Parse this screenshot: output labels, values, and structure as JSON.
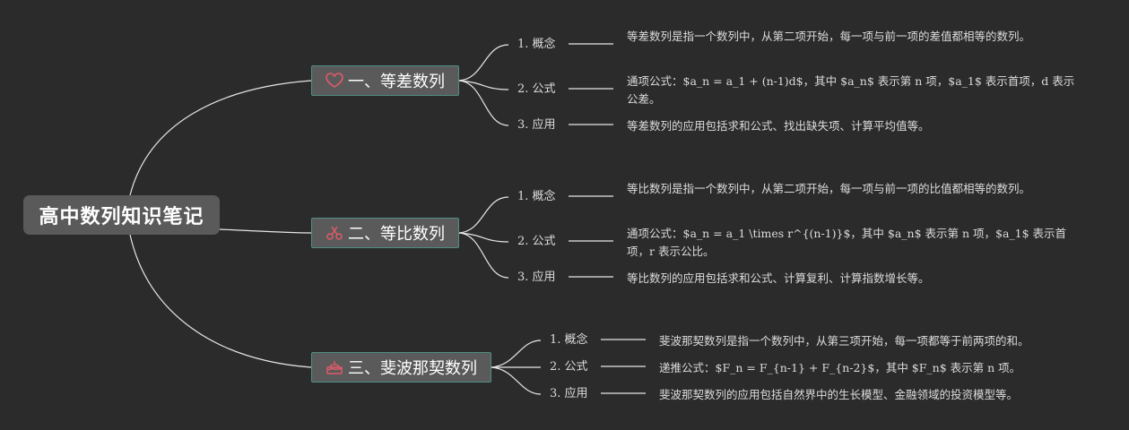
{
  "root": {
    "title": "高中数列知识笔记"
  },
  "branches": [
    {
      "title": "一、等差数列",
      "icon": "heart-icon",
      "children": [
        {
          "label": "1. 概念",
          "text": "等差数列是指一个数列中，从第二项开始，每一项与前一项的差值都相等的数列。"
        },
        {
          "label": "2. 公式",
          "text": "通项公式：$a_n = a_1 + (n-1)d$，其中 $a_n$ 表示第 n 项，$a_1$ 表示首项，d 表示公差。"
        },
        {
          "label": "3. 应用",
          "text": "等差数列的应用包括求和公式、找出缺失项、计算平均值等。"
        }
      ]
    },
    {
      "title": "二、等比数列",
      "icon": "scissors-icon",
      "children": [
        {
          "label": "1. 概念",
          "text": "等比数列是指一个数列中，从第二项开始，每一项与前一项的比值都相等的数列。"
        },
        {
          "label": "2. 公式",
          "text": "通项公式：$a_n = a_1 \\times r^{(n-1)}$，其中 $a_n$ 表示第 n 项，$a_1$ 表示首项，r 表示公比。"
        },
        {
          "label": "3. 应用",
          "text": "等比数列的应用包括求和公式、计算复利、计算指数增长等。"
        }
      ]
    },
    {
      "title": "三、斐波那契数列",
      "icon": "cake-icon",
      "children": [
        {
          "label": "1. 概念",
          "text": "斐波那契数列是指一个数列中，从第三项开始，每一项都等于前两项的和。"
        },
        {
          "label": "2. 公式",
          "text": "递推公式：$F_n = F_{n-1} + F_{n-2}$，其中 $F_n$ 表示第 n 项。"
        },
        {
          "label": "3. 应用",
          "text": "斐波那契数列的应用包括自然界中的生长模型、金融领域的投资模型等。"
        }
      ]
    }
  ],
  "colors": {
    "background": "#2b2b2b",
    "node_fill": "#5a5a5a",
    "branch_border": "#4f8f84",
    "connector": "#e0e0e0",
    "icon": "#e05a6a"
  }
}
